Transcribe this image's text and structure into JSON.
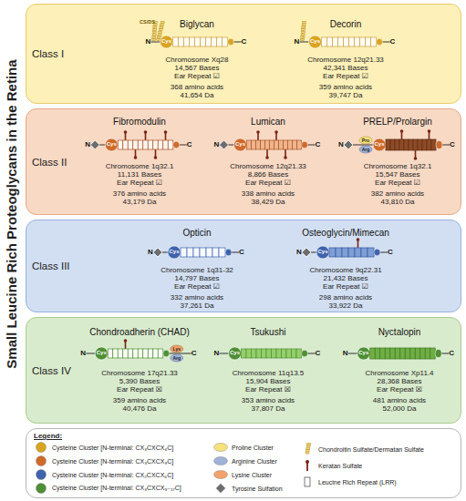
{
  "diagram": {
    "title": "Small Leucine Rich Proteoglycans in the Retina",
    "nodes": [
      {
        "text": [
          "Class I",
          "Biglycan",
          "Chromosome Xq28",
          "14,567 Bases",
          "Ear Repeat ☑",
          "368 amino acids",
          "41,654 Da",
          "Decorin",
          "Chromosome 12q21.33",
          "42,341 Bases",
          "Ear Repeat ☑",
          "359 amino acids",
          "39,747 Da"
        ]
      },
      {
        "text": [
          "Class II",
          "Fibromodulin",
          "Chromosome 1q32.1",
          "11,131 Bases",
          "Ear Repeat ☑",
          "376 amino acids",
          "43,179 Da",
          "Lumican",
          "Chromosome 12q21.33",
          "8,866 Bases",
          "Ear Repeat ☑",
          "338 amino acids",
          "38,429 Da",
          "PRELP/Prolargin",
          "Chromosome 1q32.1",
          "15,547 Bases",
          "Ear Repeat ☑",
          "382 amino acids",
          "43,810 Da"
        ]
      },
      {
        "text": [
          "Class III",
          "Opticin",
          "Chromosome 1q31-32",
          "14,797 Bases",
          "Ear Repeat ☑",
          "332 amino acids",
          "37,261 Da",
          "Osteoglycin/Mimecan",
          "Chromosome 9q22.31",
          "21,432 Bases",
          "Ear Repeat ☑",
          "298 amino acids",
          "33,922 Da"
        ]
      },
      {
        "text": [
          "Class IV",
          "Chondroadherin (CHAD)",
          "Chromosome 17q21.33",
          "5,390 Bases",
          "Ear Repeat ☒",
          "359 amino acids",
          "40,476 Da",
          "Tsukushi",
          "Chromosome 11q13.5",
          "15,904 Bases",
          "Ear Repeat ☒",
          "353 amino acids",
          "37,807 Da",
          "Nyctalopin",
          "Chromosome Xp11.4",
          "28,368 Bases",
          "Ear Repeat ☒",
          "481 amino acids",
          "52,000 Da"
        ]
      },
      {
        "text": [
          "Legend:"
        ]
      }
    ],
    "labels": [
      "CS/DS",
      "N",
      "Cys",
      "C",
      "N",
      "Cys",
      "C",
      "N",
      "Cys",
      "C",
      "N",
      "Cys",
      "C",
      "N",
      "Pro",
      "Arg",
      "Cys",
      "C",
      "N",
      "Cys",
      "C",
      "N",
      "Cys",
      "C",
      "N",
      "Cys",
      "Lys",
      "Arg",
      "C",
      "N",
      "Cys",
      "C",
      "N",
      "Cys",
      "C"
    ],
    "legend": [
      {
        "text": "Cysteine Cluster [N-terminal: CX₃CXCX₆C]",
        "color": "#d9a520"
      },
      {
        "text": "Cysteine Cluster [N-terminal: CX₃CXCX₉C]",
        "color": "#d06a2a"
      },
      {
        "text": "Cysteine Cluster [N-terminal: CX₂CXCX₆C]",
        "color": "#3f62ad"
      },
      {
        "text": "Cysteine Cluster [N-terminal: CX₃CXCX₉₋₁₇C]",
        "color": "#4f8f36"
      },
      {
        "text": "Proline Cluster",
        "color": "#f6e27c"
      },
      {
        "text": "Arginine Cluster",
        "color": "#9fb3d9"
      },
      {
        "text": "Lysine Cluster",
        "color": "#f2a36b"
      },
      {
        "text": "Tyrosine Sulfation"
      },
      {
        "text": "Chondroitin Sulfate/Dermatan Sulfate"
      },
      {
        "text": "Keratan Sulfate"
      },
      {
        "text": "Leucine Rich Repeat (LRR)"
      }
    ]
  }
}
